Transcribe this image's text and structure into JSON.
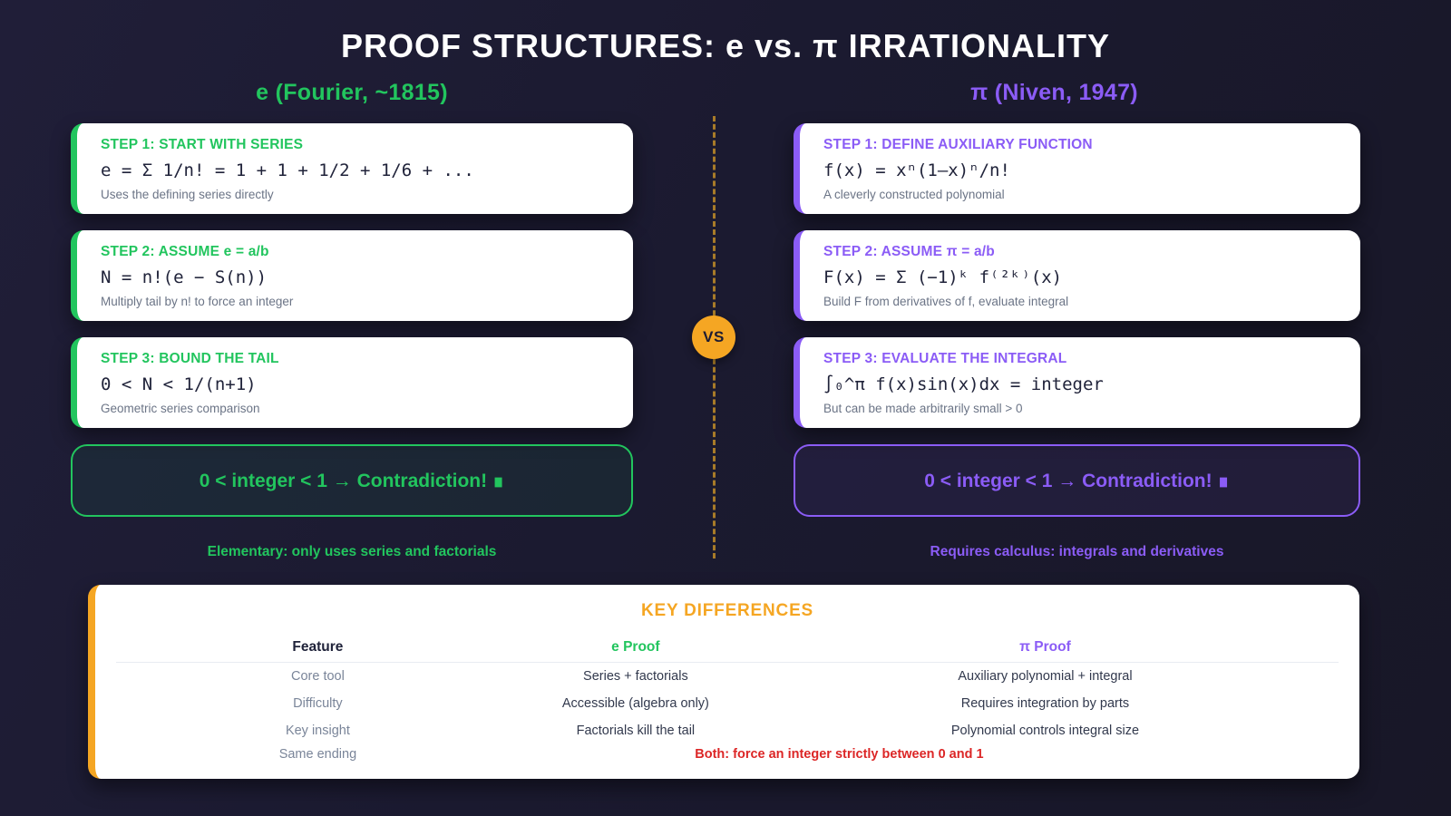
{
  "title": "PROOF STRUCTURES: e vs. π IRRATIONALITY",
  "vs_badge": "VS",
  "colors": {
    "background": "#1b1a30",
    "green_accent": "#22c55e",
    "purple_accent": "#8b5cf6",
    "orange_accent": "#f5a623",
    "red_accent": "#dc2626",
    "card_background": "#ffffff",
    "formula_ink": "#20233a",
    "muted_text": "#6b7486"
  },
  "left_column": {
    "header": "e (Fourier, ~1815)",
    "steps": [
      {
        "title": "STEP 1: START WITH SERIES",
        "formula": "e = Σ 1/n! = 1 + 1 + 1/2 + 1/6 + ...",
        "note": "Uses the defining series directly"
      },
      {
        "title": "STEP 2: ASSUME e = a/b",
        "formula": "N = n!(e − S(n))",
        "note": "Multiply tail by n! to force an integer"
      },
      {
        "title": "STEP 3: BOUND THE TAIL",
        "formula": "0 < N < 1/(n+1)",
        "note": "Geometric series comparison"
      }
    ],
    "conclusion": "0 < integer < 1 → Contradiction! ∎",
    "caption": "Elementary: only uses series and factorials"
  },
  "right_column": {
    "header": "π (Niven, 1947)",
    "steps": [
      {
        "title": "STEP 1: DEFINE AUXILIARY FUNCTION",
        "formula": "f(x) = xⁿ(1–x)ⁿ/n!",
        "note": "A cleverly constructed polynomial"
      },
      {
        "title": "STEP 2: ASSUME π = a/b",
        "formula": "F(x) = Σ (−1)ᵏ f⁽²ᵏ⁾(x)",
        "note": "Build F from derivatives of f, evaluate integral"
      },
      {
        "title": "STEP 3: EVALUATE THE INTEGRAL",
        "formula": "∫₀^π f(x)sin(x)dx = integer",
        "note": "But can be made arbitrarily small > 0"
      }
    ],
    "conclusion": "0 < integer < 1 → Contradiction! ∎",
    "caption": "Requires calculus: integrals and derivatives"
  },
  "comparison": {
    "title": "KEY DIFFERENCES",
    "headers": [
      "Feature",
      "e Proof",
      "π Proof"
    ],
    "rows": [
      [
        "Core tool",
        "Series + factorials",
        "Auxiliary polynomial + integral"
      ],
      [
        "Difficulty",
        "Accessible (algebra only)",
        "Requires integration by parts"
      ],
      [
        "Key insight",
        "Factorials kill the tail",
        "Polynomial controls integral size"
      ]
    ],
    "footer_label": "Same ending",
    "footer_value": "Both: force an integer strictly between 0 and 1"
  }
}
